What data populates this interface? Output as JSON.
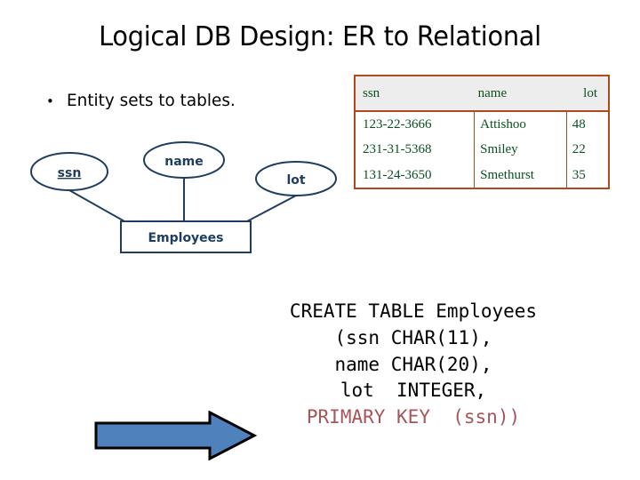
{
  "slide": {
    "title": "Logical DB Design: ER to Relational",
    "bullet_marker": "•",
    "bullet_text": "Entity sets to tables."
  },
  "relational_table": {
    "name": "Employees",
    "columns": [
      "ssn",
      "name",
      "lot"
    ],
    "rows": [
      {
        "ssn": "123-22-3666",
        "name": "Attishoo",
        "lot": "48"
      },
      {
        "ssn": "231-31-5368",
        "name": "Smiley",
        "lot": "22"
      },
      {
        "ssn": "131-24-3650",
        "name": "Smethurst",
        "lot": "35"
      }
    ]
  },
  "er_diagram": {
    "entity": "Employees",
    "attributes": [
      {
        "label": "ssn",
        "primary_key": true
      },
      {
        "label": "name",
        "primary_key": false
      },
      {
        "label": "lot",
        "primary_key": false
      }
    ]
  },
  "sql": {
    "line1": "CREATE TABLE Employees",
    "line2": "(ssn CHAR(11),",
    "line3": "name CHAR(20),",
    "line4": "lot  INTEGER,",
    "line5_highlight": "PRIMARY KEY  (ssn))"
  },
  "colors": {
    "title_text": "#000000",
    "er_blue": "#1F3D60",
    "table_border": "#B04A1E",
    "table_text": "#0B5020",
    "table_header_bg": "#EDEDED",
    "sql_highlight": "#A7555A",
    "arrow_fill": "#4F81BD",
    "arrow_outline": "#000000"
  }
}
